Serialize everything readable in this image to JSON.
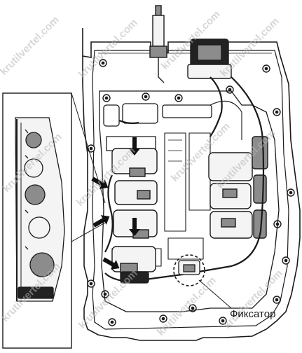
{
  "figure": {
    "callout_label": "Фиксатор",
    "watermark_text": "krutilvertel.com"
  },
  "colors": {
    "line": "#1a1a1a",
    "fill_dark": "#222222",
    "fill_mid": "#8c8c8c",
    "fill_light": "#f4f4f4",
    "watermark": "#b8b8b8"
  },
  "markers": {
    "arrow_count": 5,
    "arrow_style": "filled-black-arrow",
    "latch_highlight": "dashed-circle"
  }
}
